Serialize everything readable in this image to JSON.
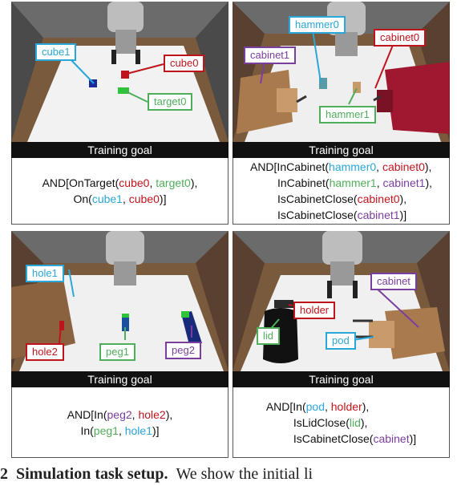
{
  "colors": {
    "red": "#c0141c",
    "blue": "#2aa6d8",
    "green": "#4fae5a",
    "purple": "#7a3e9e"
  },
  "panels": [
    {
      "callouts": [
        "cube1",
        "cube0",
        "target0"
      ],
      "goal_header": "Training goal",
      "goal": {
        "l1a": "AND[OnTarget(",
        "l1b": "cube0",
        "l1c": ", ",
        "l1d": "target0",
        "l1e": "),",
        "l2a": "On(",
        "l2b": "cube1",
        "l2c": ", ",
        "l2d": "cube0",
        "l2e": ")]"
      }
    },
    {
      "callouts": [
        "hammer0",
        "cabinet0",
        "cabinet1",
        "hammer1"
      ],
      "goal_header": "Training goal",
      "goal": {
        "l1a": "AND[InCabinet(",
        "l1b": "hammer0",
        "l1c": ", ",
        "l1d": "cabinet0",
        "l1e": "),",
        "l2a": "InCabinet(",
        "l2b": "hammer1",
        "l2c": ", ",
        "l2d": "cabinet1",
        "l2e": "),",
        "l3a": "IsCabinetClose(",
        "l3b": "cabinet0",
        "l3c": "),",
        "l4a": "IsCabinetClose(",
        "l4b": "cabinet1",
        "l4c": ")]"
      }
    },
    {
      "callouts": [
        "hole1",
        "hole2",
        "peg1",
        "peg2"
      ],
      "goal_header": "Training goal",
      "goal": {
        "l1a": "AND[In(",
        "l1b": "peg2",
        "l1c": ", ",
        "l1d": "hole2",
        "l1e": "),",
        "l2a": "In(",
        "l2b": "peg1",
        "l2c": ", ",
        "l2d": "hole1",
        "l2e": ")]"
      }
    },
    {
      "callouts": [
        "cabinet",
        "holder",
        "lid",
        "pod"
      ],
      "goal_header": "Training goal",
      "goal": {
        "l1a": "AND[In(",
        "l1b": "pod",
        "l1c": ", ",
        "l1d": "holder",
        "l1e": "),",
        "l2a": "IsLidClose(",
        "l2b": "lid",
        "l2c": "),",
        "l3a": "IsCabinetClose(",
        "l3b": "cabinet",
        "l3c": ")]"
      }
    }
  ],
  "caption": {
    "prefix": "2",
    "bold": "Simulation task setup.",
    "rest": "We show the initial li"
  }
}
